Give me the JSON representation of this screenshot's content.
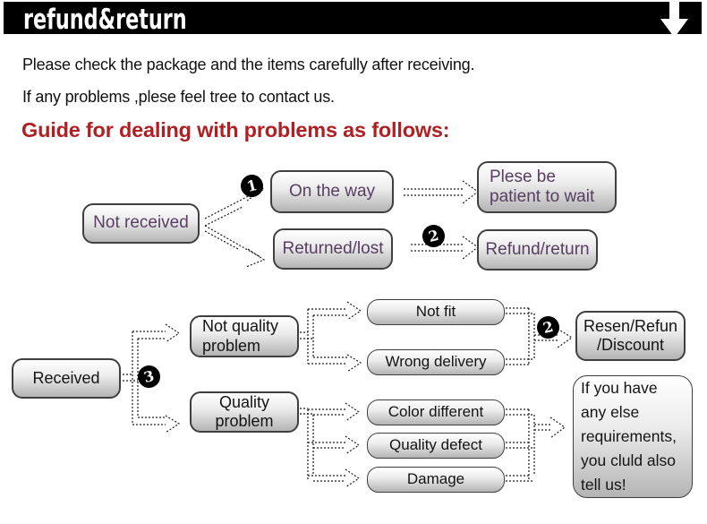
{
  "header": {
    "title": "refund&return",
    "arrow_icon": "down-arrow"
  },
  "intro": {
    "line1": "Please check the package and the items carefully after receiving.",
    "line2": "If any problems ,plese feel tree to contact us.",
    "heading": "Guide for dealing with problems as follows:"
  },
  "flow1": {
    "nodes": {
      "not_received": "Not received",
      "on_the_way": "On the way",
      "returned_lost": "Returned/lost",
      "patient_wait": "Plese be\npatient to wait",
      "refund_return": "Refund/return"
    },
    "markers": {
      "m1": "1",
      "m2": "2"
    }
  },
  "flow2": {
    "nodes": {
      "received": "Received",
      "not_quality_problem": "Not quality\nproblem",
      "quality_problem": "Quality\nproblem",
      "not_fit": "Not fit",
      "wrong_delivery": "Wrong delivery",
      "color_different": "Color different",
      "quality_defect": "Quality defect",
      "damage": "Damage",
      "resend_refund_discount": "Resen/Refun\n/Discount",
      "other_requirements": "If you have\nany else\nrequirements,\nyou cluld also\ntell us!"
    },
    "markers": {
      "m2": "2",
      "m3": "3"
    }
  },
  "colors": {
    "header_bg": "#000000",
    "heading_red": "#b02023",
    "node_text_purple": "#593d63",
    "node_border": "#3f3f3f",
    "node_gradient_top": "#ffffff",
    "node_gradient_bottom": "#b4b4b4",
    "marker_bg": "#000000",
    "marker_text": "#ffffff"
  }
}
